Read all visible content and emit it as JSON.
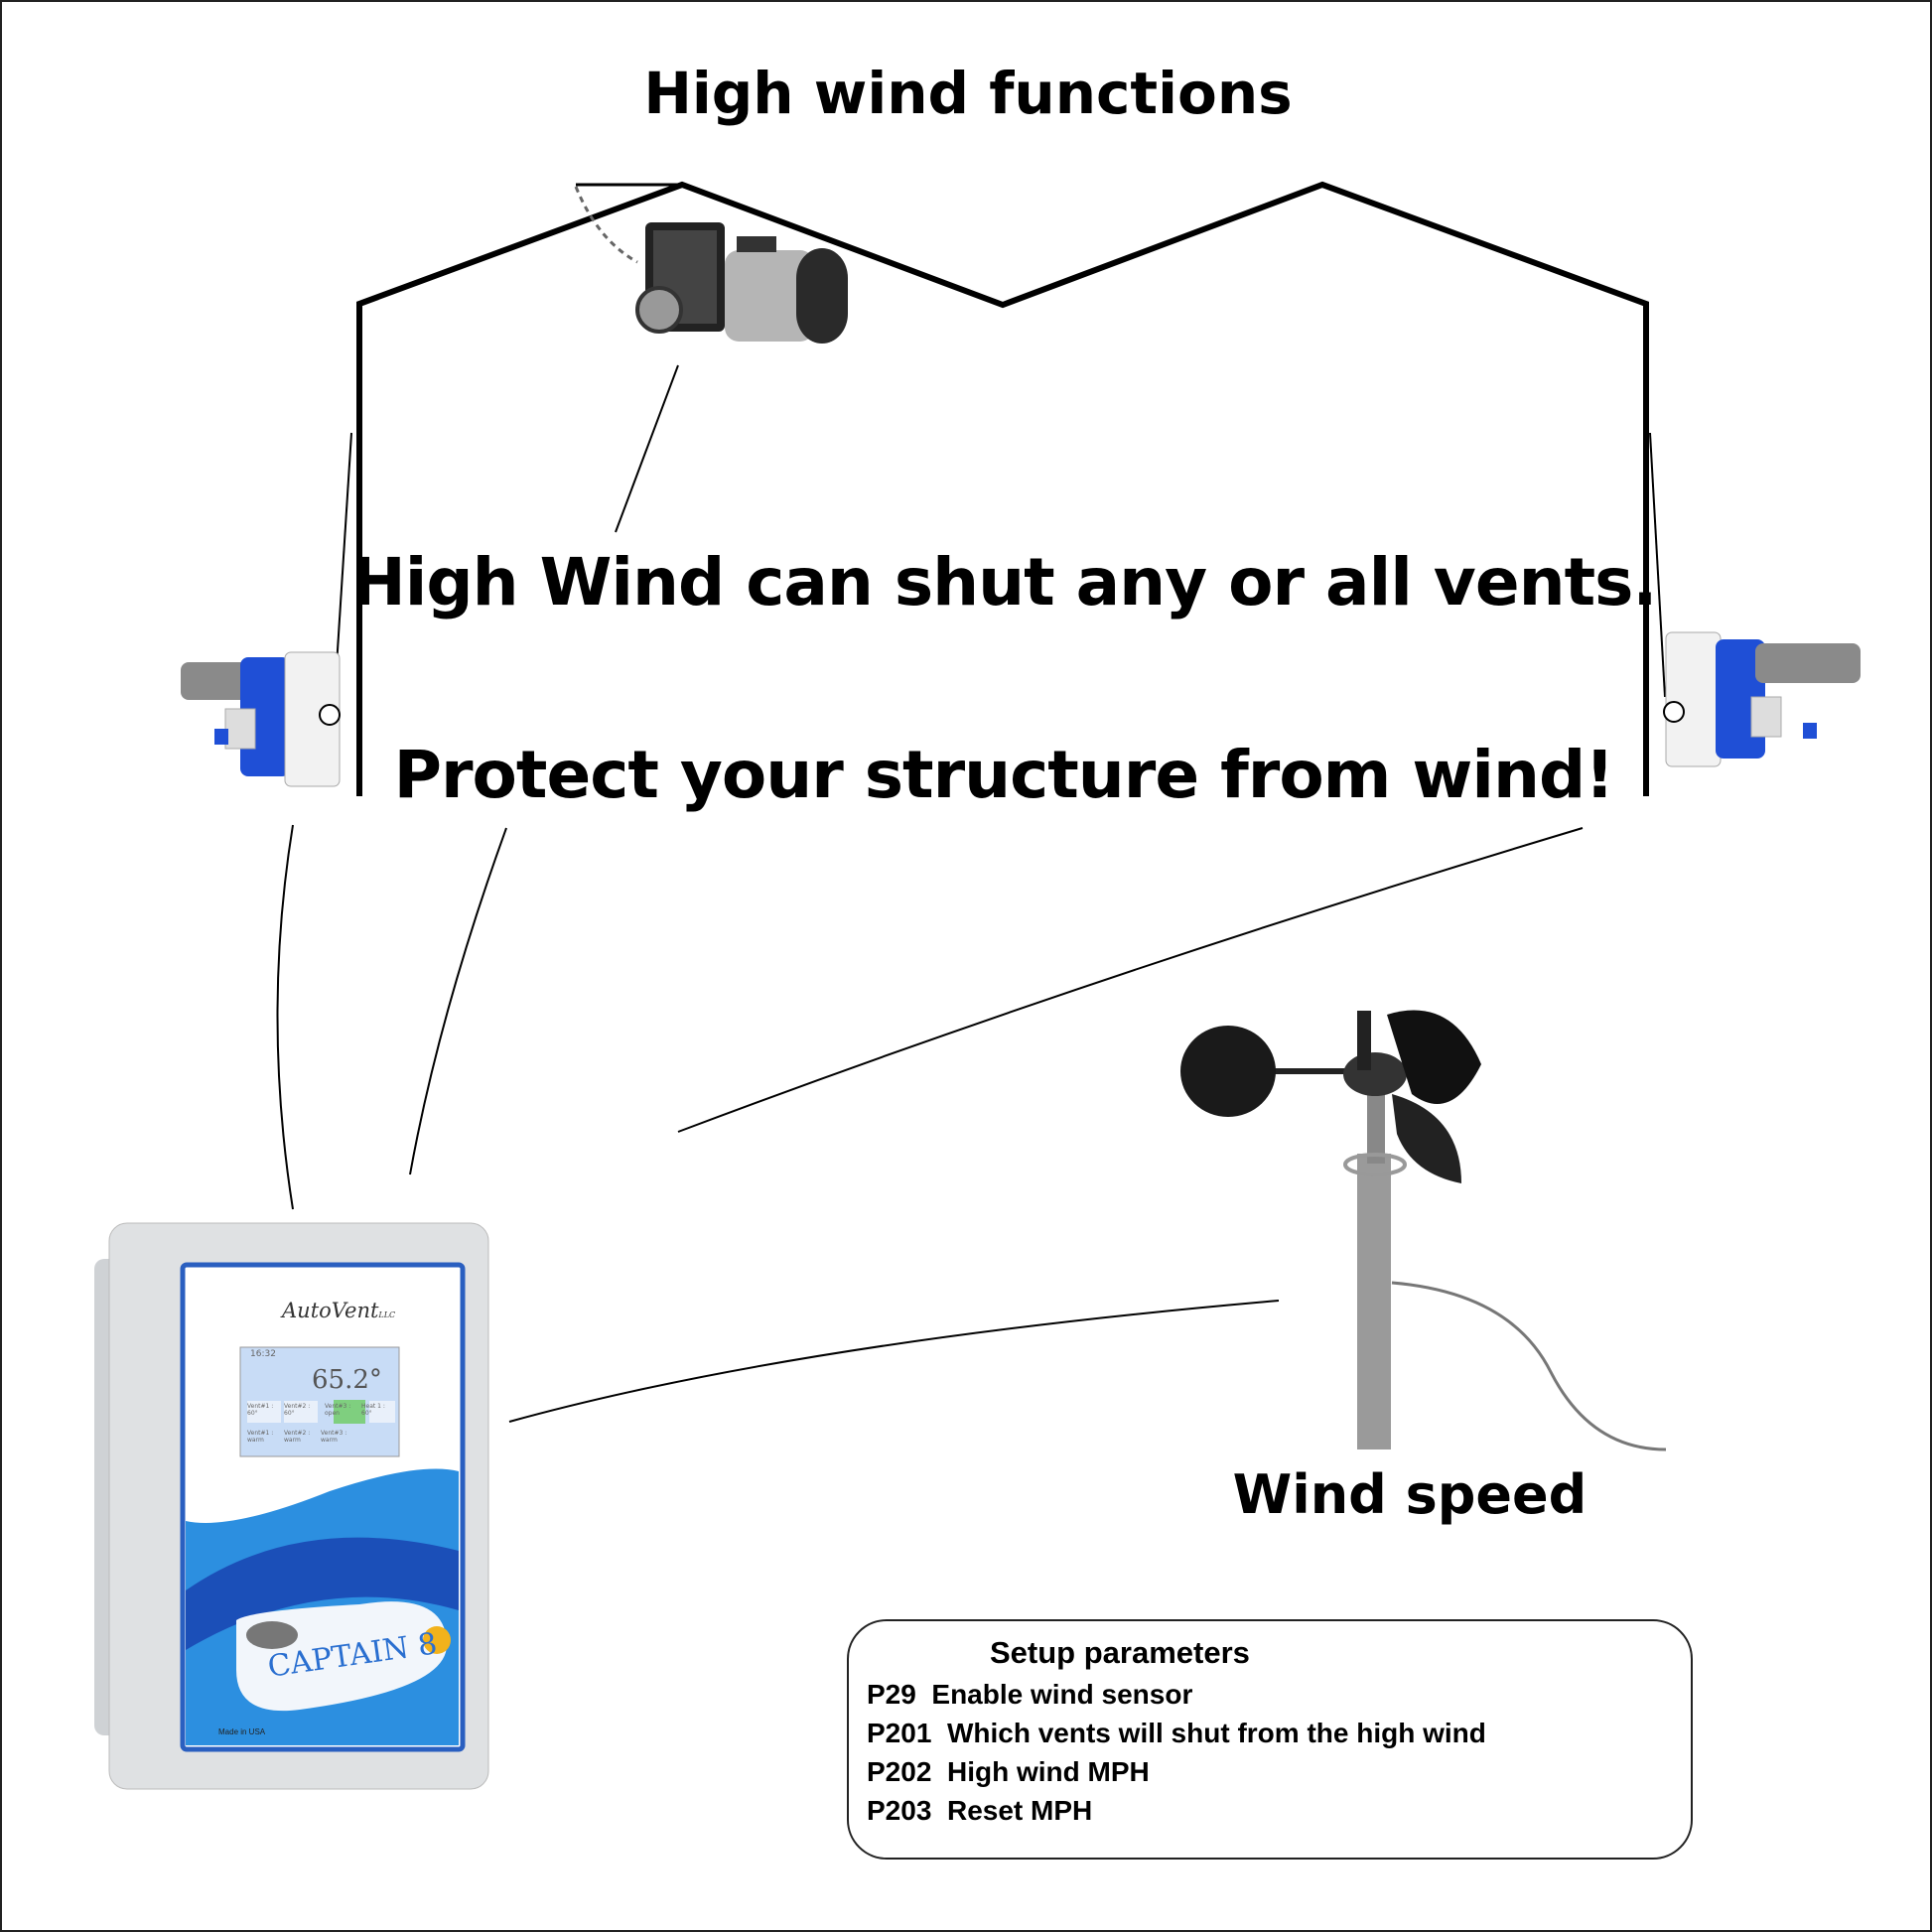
{
  "title": "High wind functions",
  "statement_1": "High Wind can shut any or all vents.",
  "statement_2": "Protect your  structure from wind!",
  "sensor_label": "Wind speed",
  "controller": {
    "brand": "AutoVent",
    "brand_suffix": "LLC",
    "model": "CAPTAIN 8",
    "time": "16:32",
    "temperature": "65.2°",
    "tiles_row1": [
      "Vent#1 : 60°",
      "Vent#2 : 60°",
      "Vent#3 : open",
      "Heat 1 : 60°"
    ],
    "tiles_row2": [
      "Vent#1 : warm",
      "Vent#2 : warm",
      "Vent#3 : warm"
    ],
    "made_in": "Made in USA",
    "active_tile_color": "#7fcf7f",
    "accent_color": "#1f5fc8"
  },
  "setup": {
    "title": "Setup parameters",
    "params": [
      {
        "code": "P29",
        "desc": "Enable wind sensor"
      },
      {
        "code": "P201",
        "desc": "Which vents will shut from the high wind"
      },
      {
        "code": "P202",
        "desc": "High wind MPH"
      },
      {
        "code": "P203",
        "desc": "Reset MPH"
      }
    ]
  }
}
